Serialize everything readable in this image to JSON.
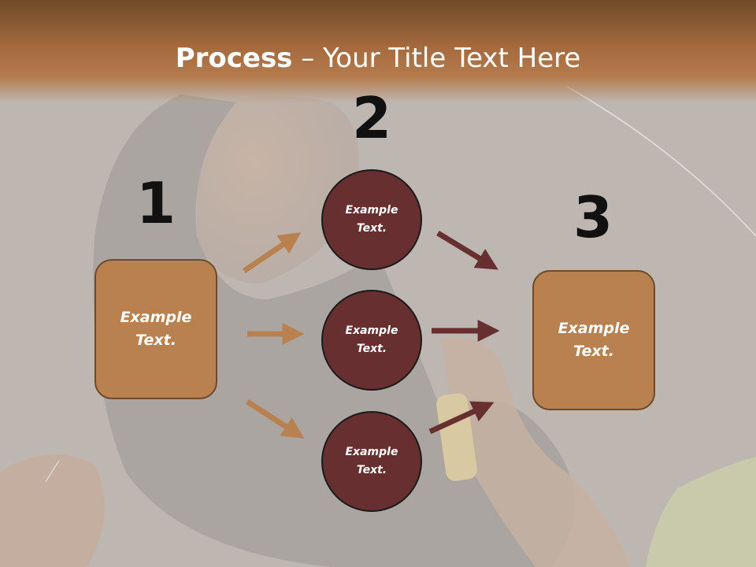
{
  "title": {
    "bold": "Process",
    "rest": " – Your Title Text Here"
  },
  "steps": [
    {
      "number": "1",
      "label": "Example\nText."
    },
    {
      "number": "2",
      "labels": [
        "Example\nText.",
        "Example\nText.",
        "Example\nText."
      ]
    },
    {
      "number": "3",
      "label": "Example\nText."
    }
  ],
  "colors": {
    "header": "#a46a3d",
    "box": "#b8814f",
    "circle": "#672f30",
    "arrow_light": "#b8814f",
    "arrow_dark": "#672f30"
  }
}
